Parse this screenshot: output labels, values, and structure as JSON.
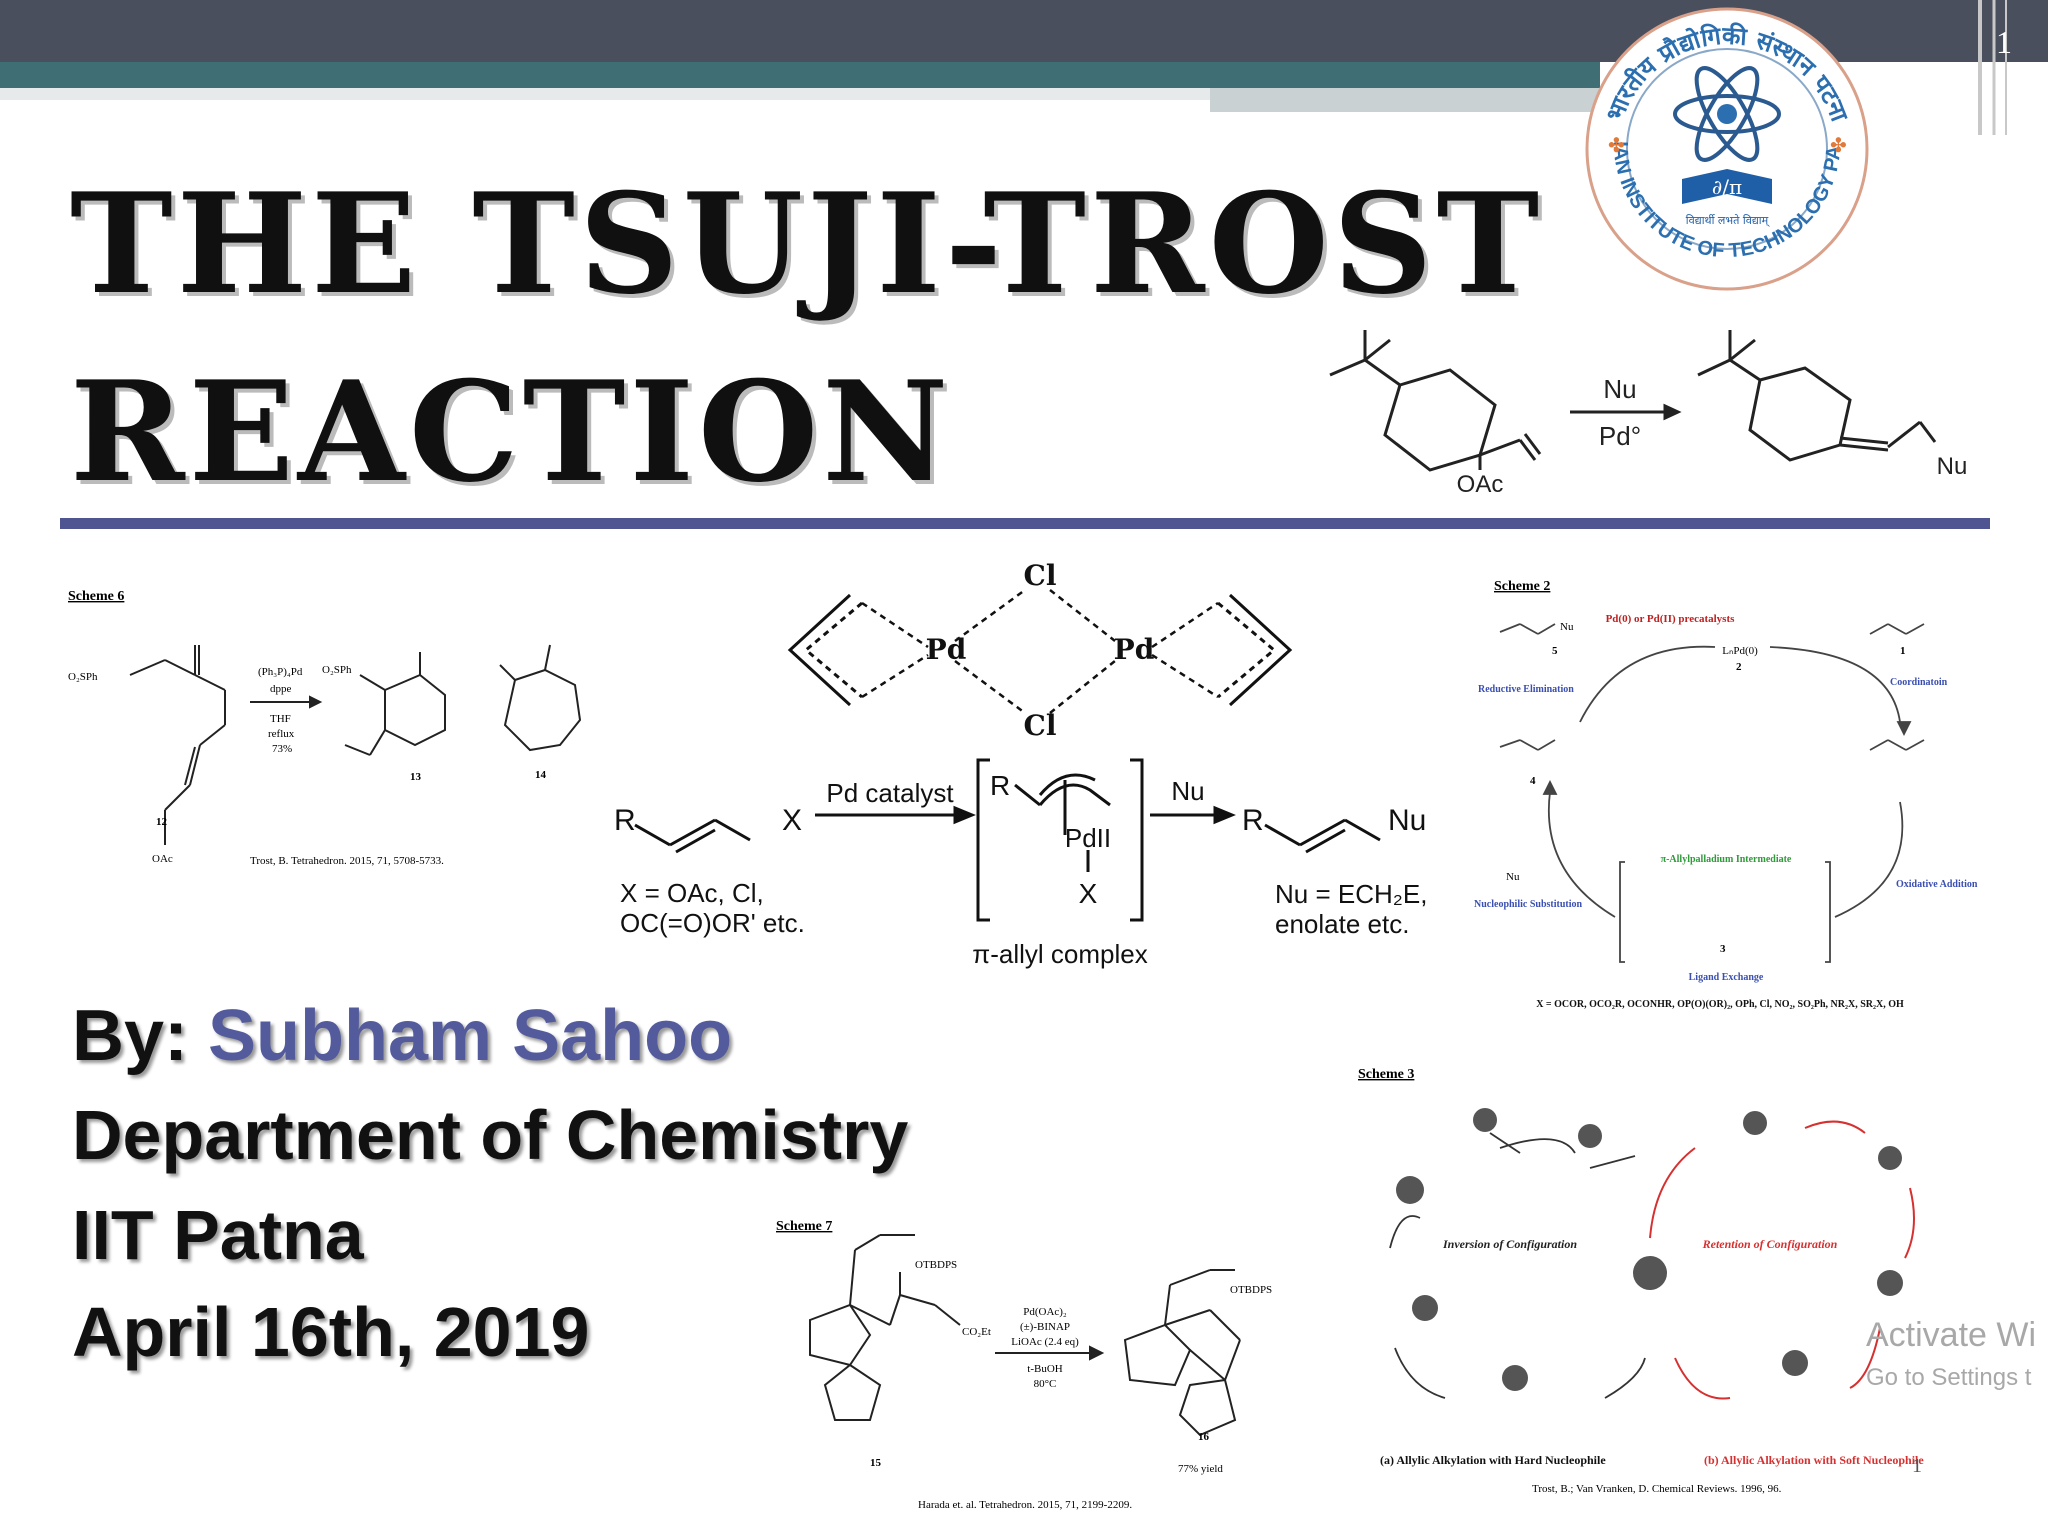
{
  "slide_number": "1",
  "title": {
    "line1": "THE TSUJI-TROST",
    "line2": "REACTION"
  },
  "logo": {
    "ring_text": "भारतीय प्रौद्योगिकी संस्थान पटना",
    "ring_text_en": "INDIAN INSTITUTE OF TECHNOLOGY PATNA",
    "motto": "विद्यार्थी लभते विद्याम्",
    "book_text": "∂/π"
  },
  "top_reaction": {
    "reagent_top": "Nu",
    "reagent_bottom": "Pd°",
    "leaving_group": "OAc",
    "product_group": "Nu"
  },
  "scheme6": {
    "label": "Scheme 6",
    "sub1": "O₂SPh",
    "sub2": "OAc",
    "compound": "12",
    "reagents": [
      "(Ph₃P)₄Pd",
      "dppe",
      "THF",
      "reflux",
      "73%"
    ],
    "prod_sub": "O₂SPh",
    "p1": "13",
    "p2": "14",
    "citation": "Trost, B. Tetrahedron. 2015, 71, 5708-5733."
  },
  "dimer": {
    "cl_top": "Cl",
    "cl_bottom": "Cl",
    "pd_left": "Pd",
    "pd_right": "Pd"
  },
  "main_reaction": {
    "r1": "R",
    "x": "X",
    "catalyst": "Pd catalyst",
    "complex_r": "R",
    "pd": "PdII",
    "complex_x": "X",
    "nu_arrow": "Nu",
    "r2": "R",
    "nu": "Nu",
    "x_def1": "X = OAc, Cl,",
    "x_def2": "OC(=O)OR' etc.",
    "complex_label": "π-allyl complex",
    "nu_def1": "Nu = ECH₂E,",
    "nu_def2": "enolate etc."
  },
  "scheme2": {
    "label": "Scheme 2",
    "precat": "Pd(0) or Pd(II) precatalysts",
    "reductive": "Reductive Elimination",
    "coordination": "Coordinatoin",
    "oxidative": "Oxidative Addition",
    "nucleophilic": "Nucleophilic Substitution",
    "ligand": "Ligand Exchange",
    "intermediate": "π-Allylpalladium Intermediate",
    "lpd": "LₙPd(0)",
    "n1": "1",
    "n2": "2",
    "n3": "3",
    "n4": "4",
    "n5": "5",
    "nu": "Nu",
    "x_list": "X = OCOR, OCO₂R, OCONHR, OP(O)(OR)₂, OPh, Cl, NO₂, SO₂Ph, NR₂X, SR₂X, OH"
  },
  "scheme7": {
    "label": "Scheme 7",
    "g1": "OTBDPS",
    "g2": "CO₂Et",
    "g3": "OTBDPS",
    "reagents": [
      "Pd(OAc)₂",
      "(±)-BINAP",
      "LiOAc (2.4 eq)",
      "t-BuOH",
      "80°C"
    ],
    "c15": "15",
    "c16": "16",
    "yield": "77% yield",
    "citation": "Harada et. al. Tetrahedron. 2015, 71, 2199-2209."
  },
  "scheme3": {
    "label": "Scheme 3",
    "inversion": "Inversion of Configuration",
    "retention": "Retention of Configuration",
    "caption_a": "(a) Allylic Alkylation with Hard Nucleophile",
    "caption_b": "(b) Allylic Alkylation with Soft Nucleophile",
    "citation": "Trost, B.; Van Vranken, D. Chemical Reviews. 1996, 96.",
    "page": "1"
  },
  "byline": {
    "by": "By:",
    "name": "Subham Sahoo",
    "department": "Department of Chemistry",
    "institute": "IIT Patna",
    "date": "April 16th, 2019"
  },
  "watermark": {
    "line1": "Activate Wi",
    "line2": "Go to Settings t"
  },
  "colors": {
    "accent": "#535b9c",
    "divider": "#4e5590",
    "topbar": "#4a4f5e",
    "teal": "#3f6f74",
    "red": "#d63030",
    "blue": "#3a4fb0",
    "green": "#2f9a3a"
  }
}
